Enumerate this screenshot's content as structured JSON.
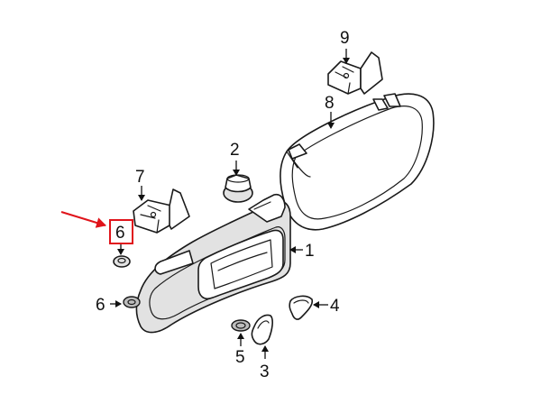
{
  "callouts": {
    "n1": "1",
    "n2": "2",
    "n3": "3",
    "n4": "4",
    "n5": "5",
    "n6_lower": "6",
    "n6_highlight": "6",
    "n7": "7",
    "n8": "8",
    "n9": "9"
  },
  "colors": {
    "highlight": "#e0141b",
    "line": "#1a1a1a",
    "fill_grey": "#e2e2e2"
  }
}
